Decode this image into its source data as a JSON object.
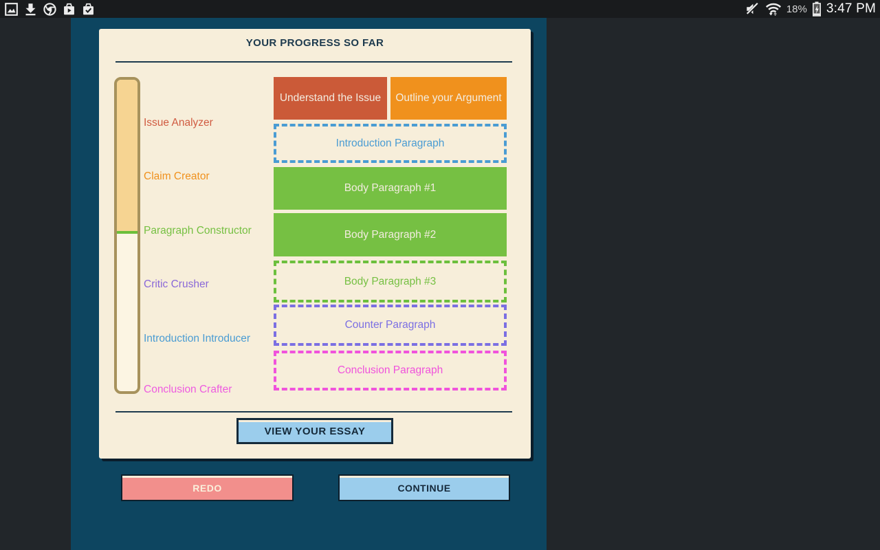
{
  "status_bar": {
    "time": "3:47 PM",
    "battery_percent": "18%",
    "left_icons": [
      "gallery-icon",
      "download-icon",
      "chrome-icon",
      "play-store-icon",
      "play-store-check-icon"
    ],
    "right_icons": [
      "volume-muted-icon",
      "wifi-icon",
      "battery-charging-icon"
    ]
  },
  "progress_card": {
    "title": "YOUR PROGRESS SO FAR",
    "steps": [
      {
        "label": "Issue Analyzer",
        "color": "#d05b41",
        "status": "complete"
      },
      {
        "label": "Claim Creator",
        "color": "#f0911d",
        "status": "complete"
      },
      {
        "label": "Paragraph Constructor",
        "color": "#76c043",
        "status": "current"
      },
      {
        "label": "Critic Crusher",
        "color": "#8a68d8",
        "status": "upcoming"
      },
      {
        "label": "Introduction Introducer",
        "color": "#4a9cd3",
        "status": "upcoming"
      },
      {
        "label": "Conclusion Crafter",
        "color": "#ee5be0",
        "status": "upcoming"
      }
    ],
    "boxes": [
      {
        "label": "Understand the Issue",
        "style": "solid",
        "color": "#cb5a38"
      },
      {
        "label": "Outline your Argument",
        "style": "solid",
        "color": "#f0911d"
      },
      {
        "label": "Introduction Paragraph",
        "style": "dashed",
        "color": "#4a9cd3"
      },
      {
        "label": "Body Paragraph #1",
        "style": "solid",
        "color": "#76c043"
      },
      {
        "label": "Body Paragraph #2",
        "style": "solid",
        "color": "#76c043"
      },
      {
        "label": "Body Paragraph #3",
        "style": "dashed",
        "color": "#76c043"
      },
      {
        "label": "Counter Paragraph",
        "style": "dashed",
        "color": "#7b6fe3"
      },
      {
        "label": "Conclusion Paragraph",
        "style": "dashed",
        "color": "#f053dc"
      }
    ],
    "view_essay_button": "VIEW YOUR ESSAY"
  },
  "footer": {
    "redo_button": "REDO",
    "continue_button": "CONTINUE"
  },
  "colors": {
    "outer_background": "#22262a",
    "panel_background": "#0d4560",
    "card_background": "#f7eeda",
    "status_bar_background": "#191b1d",
    "meter_fill": "#f6d492",
    "meter_border": "#a7925c",
    "meter_marker": "#6cbf3a",
    "accent_navy": "#1d3a4e",
    "button_blue": "#9bcdec",
    "button_pink": "#f28f8c"
  }
}
